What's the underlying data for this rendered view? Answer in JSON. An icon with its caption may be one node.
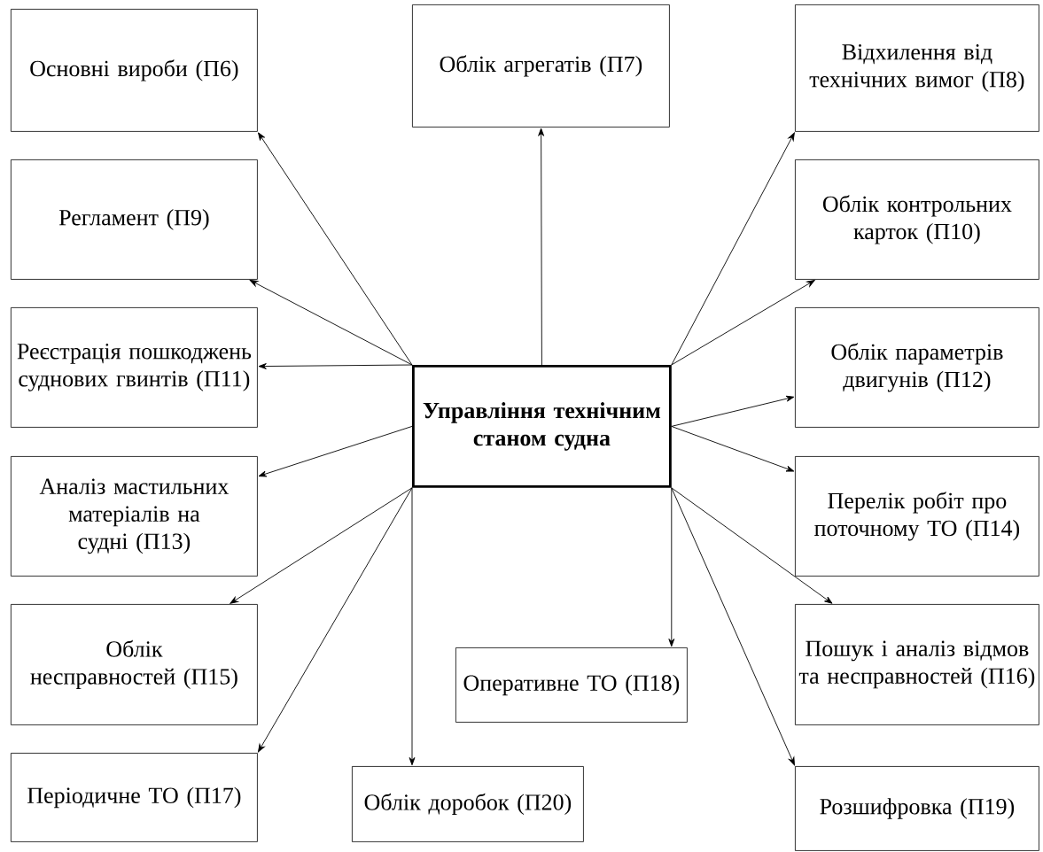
{
  "diagram": {
    "nodes": [
      {
        "text": [
          "Управління технічним станом судна"
        ]
      },
      {
        "text": [
          "Основні вироби (П6)"
        ]
      },
      {
        "text": [
          "Облік агрегатів (П7)"
        ]
      },
      {
        "text": [
          "Відхилення від технічних вимог (П8)"
        ]
      },
      {
        "text": [
          "Регламент (П9)"
        ]
      },
      {
        "text": [
          "Облік контрольних карток (П10)"
        ]
      },
      {
        "text": [
          "Реєстрація пошкоджень суднових гвинтів (П11)"
        ]
      },
      {
        "text": [
          "Облік параметрів двигунів (П12)"
        ]
      },
      {
        "text": [
          "Аналіз мастильних матеріалів на судні (П13)"
        ]
      },
      {
        "text": [
          "Перелік робіт про поточному ТО (П14)"
        ]
      },
      {
        "text": [
          "Облік несправностей (П15)"
        ]
      },
      {
        "text": [
          "Пошук і аналіз відмов та несправностей (П16)"
        ]
      },
      {
        "text": [
          "Оперативне ТО (П18)"
        ]
      },
      {
        "text": [
          "Періодичне ТО (П17)"
        ]
      },
      {
        "text": [
          "Облік доробок (П20)"
        ]
      },
      {
        "text": [
          "Розшифровка (П19)"
        ]
      }
    ],
    "edges": [
      {
        "from": 0,
        "to": 1,
        "arrow": "to"
      },
      {
        "from": 0,
        "to": 2,
        "arrow": "to"
      },
      {
        "from": 0,
        "to": 3,
        "arrow": "to"
      },
      {
        "from": 0,
        "to": 4,
        "arrow": "to"
      },
      {
        "from": 0,
        "to": 5,
        "arrow": "to"
      },
      {
        "from": 0,
        "to": 6,
        "arrow": "to"
      },
      {
        "from": 0,
        "to": 7,
        "arrow": "to"
      },
      {
        "from": 0,
        "to": 8,
        "arrow": "to"
      },
      {
        "from": 0,
        "to": 9,
        "arrow": "to"
      },
      {
        "from": 0,
        "to": 10,
        "arrow": "to"
      },
      {
        "from": 0,
        "to": 11,
        "arrow": "to"
      },
      {
        "from": 0,
        "to": 12,
        "arrow": "to"
      },
      {
        "from": 0,
        "to": 13,
        "arrow": "to"
      },
      {
        "from": 0,
        "to": 14,
        "arrow": "to"
      },
      {
        "from": 0,
        "to": 15,
        "arrow": "to"
      }
    ]
  }
}
